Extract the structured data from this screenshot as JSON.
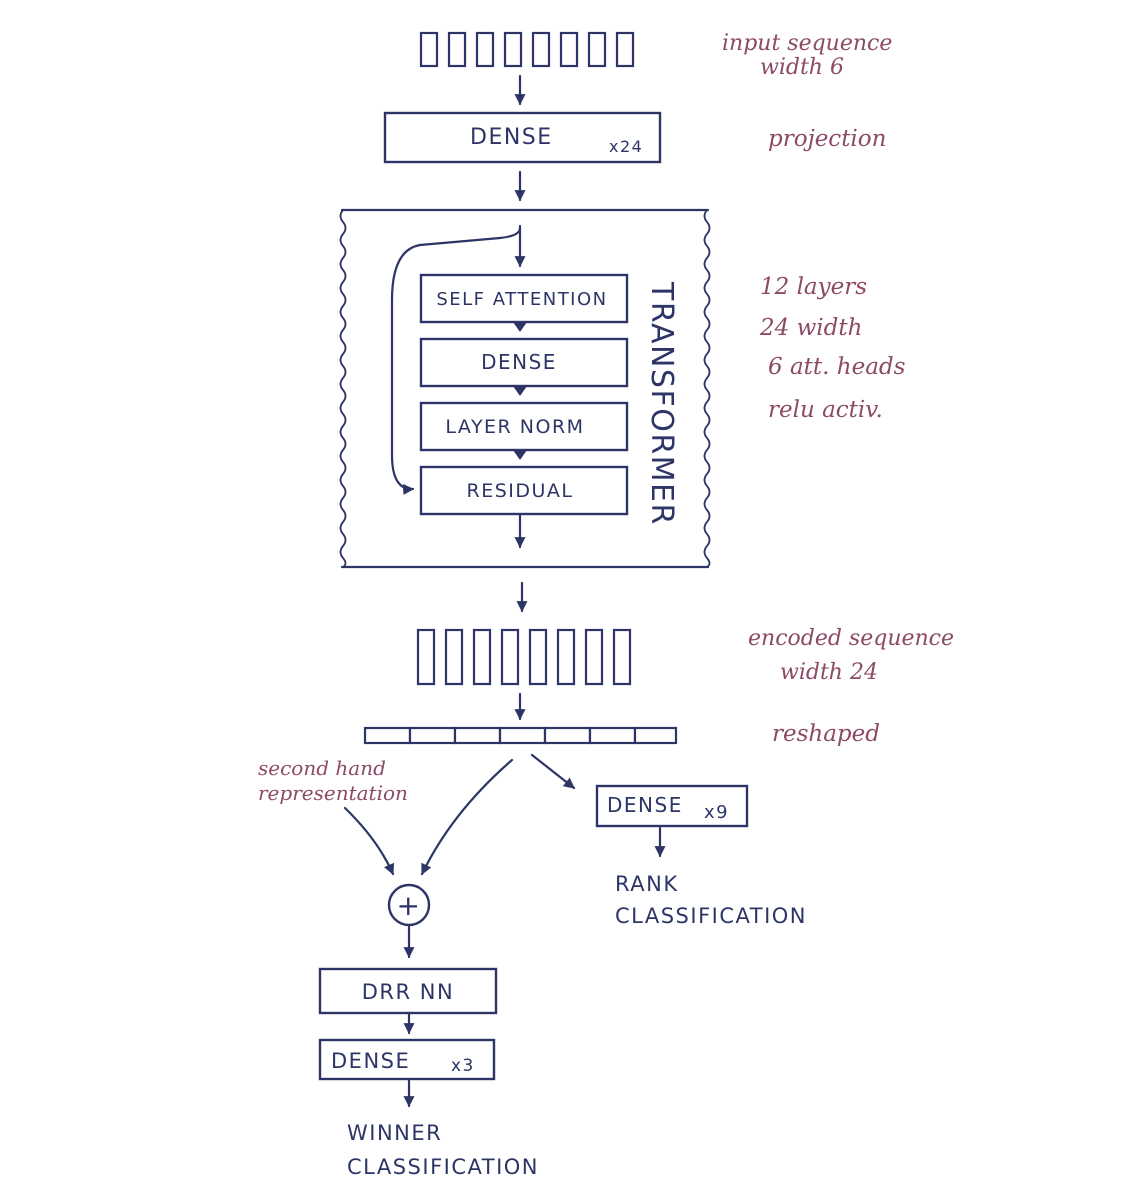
{
  "input": {
    "label": "input sequence",
    "width_label": "width 6"
  },
  "projection": {
    "box_label": "DENSE",
    "multiplier": "x24",
    "note": "projection"
  },
  "transformer": {
    "title": "TRANSFORMER",
    "layers": [
      "SELF ATTENTION",
      "DENSE",
      "LAYER NORM",
      "RESIDUAL"
    ],
    "notes": [
      "12 layers",
      "24 width",
      "6 att. heads",
      "relu activ."
    ]
  },
  "encoded": {
    "label": "encoded sequence",
    "width_label": "width 24"
  },
  "reshaped": {
    "note": "reshaped"
  },
  "second_hand": {
    "line1": "second hand",
    "line2": "representation"
  },
  "combine": {
    "symbol": "+"
  },
  "rank_branch": {
    "box_label": "DENSE",
    "multiplier": "x9",
    "output_line1": "RANK",
    "output_line2": "CLASSIFICATION"
  },
  "winner_branch": {
    "drr_label": "DRR NN",
    "box_label": "DENSE",
    "multiplier": "x3",
    "output_line1": "WINNER",
    "output_line2": "CLASSIFICATION"
  },
  "colors": {
    "ink": "#2d3566",
    "annotation": "#8c4a66",
    "background": "#ffffff"
  }
}
